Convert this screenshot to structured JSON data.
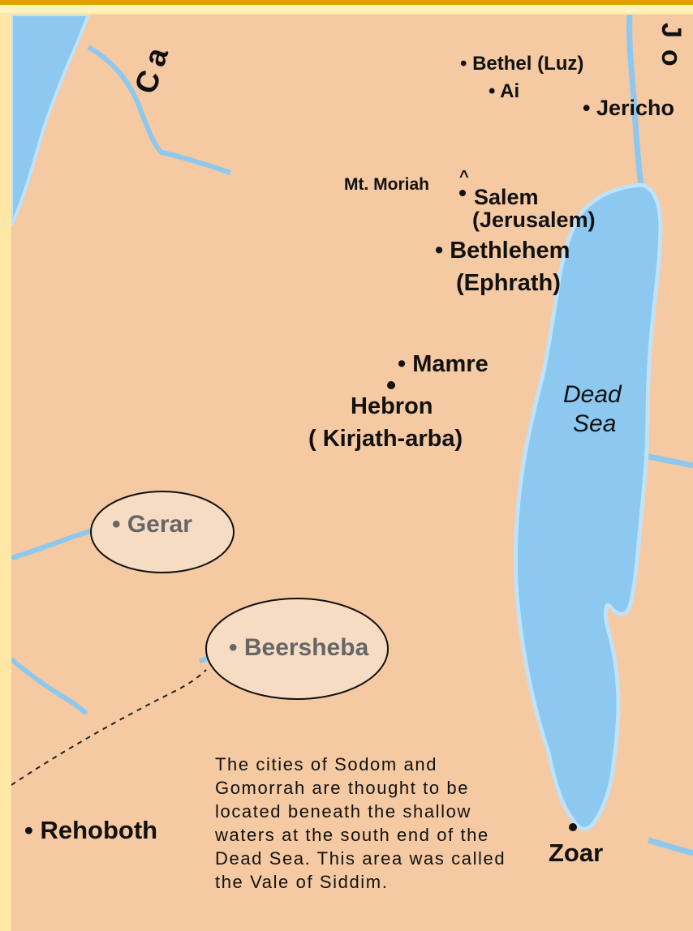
{
  "region_label_west": "Ca",
  "region_label_east": "Jo",
  "places": {
    "bethel": "• Bethel (Luz)",
    "ai": "• Ai",
    "jericho": "• Jericho",
    "mt_moriah": "Mt. Moriah",
    "mt_marker": "^",
    "salem": "Salem",
    "jerusalem": "(Jerusalem)",
    "bethlehem": "• Bethlehem",
    "ephrath": "(Ephrath)",
    "mamre": "• Mamre",
    "hebron": "Hebron",
    "kirjath": "( Kirjath-arba)",
    "gerar": "• Gerar",
    "beersheba": "• Beersheba",
    "rehoboth": "• Rehoboth",
    "zoar": "Zoar"
  },
  "sea_label": [
    "Dead",
    "Sea"
  ],
  "note_lines": [
    "The cities of Sodom and",
    "Gomorrah are thought to be",
    "located beneath the shallow",
    "waters at the south end of the",
    "Dead Sea. This area was called",
    "the Vale of Siddim."
  ],
  "colors": {
    "land": "#F5C9A1",
    "water": "#8CC8F0",
    "water_edge": "#BFE2F8",
    "frame": "#FFE8A6",
    "accent_bar": "#E0A000",
    "highlight_fill": "#F7DCC4"
  }
}
